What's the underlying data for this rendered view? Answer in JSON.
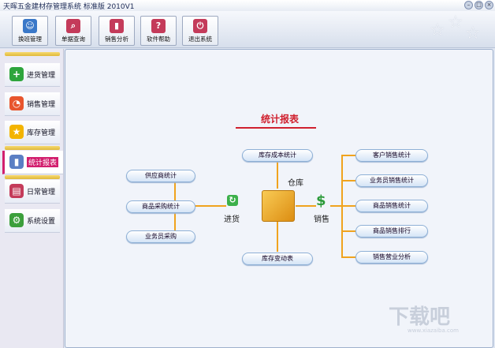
{
  "window": {
    "title": "天晖五金建材存管理系统 标准版 2010V1"
  },
  "toolbar": {
    "items": [
      {
        "label": "换班管理",
        "icon": "user-icon"
      },
      {
        "label": "单据查询",
        "icon": "search-icon"
      },
      {
        "label": "销售分析",
        "icon": "bar-chart-icon"
      },
      {
        "label": "软件帮助",
        "icon": "help-icon"
      },
      {
        "label": "退出系统",
        "icon": "exit-icon"
      }
    ]
  },
  "sidebar": {
    "items": [
      {
        "label": "进货管理",
        "icon": "plus-icon"
      },
      {
        "label": "销售管理",
        "icon": "pie-icon"
      },
      {
        "label": "库存管理",
        "icon": "star-icon"
      },
      {
        "label": "统计报表",
        "icon": "bar-chart-icon"
      },
      {
        "label": "日常管理",
        "icon": "book-icon"
      },
      {
        "label": "系统设置",
        "icon": "gear-icon"
      }
    ]
  },
  "main": {
    "heading": "统计报表",
    "left": [
      "供应商统计",
      "商品采购统计",
      "业务员采购"
    ],
    "top": "库存成本统计",
    "bottom": "库存变动表",
    "warehouse": "仓库",
    "purchase": "进货",
    "sales": "销售",
    "right": [
      "客户销售统计",
      "业务员销售统计",
      "商品销售统计",
      "商品销售排行",
      "销售营业分析"
    ],
    "watermark": "下载吧",
    "watermark_url": "www.xiazaiba.com"
  }
}
